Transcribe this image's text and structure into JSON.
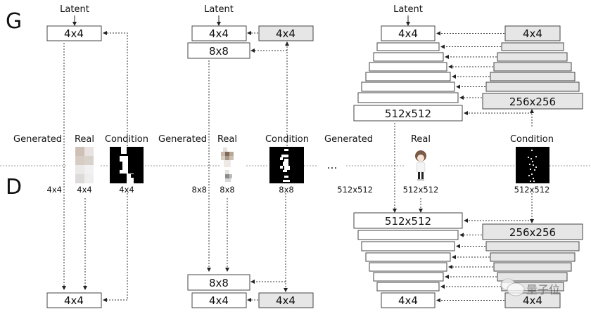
{
  "labels": {
    "generator": "G",
    "discriminator": "D",
    "latent": "Latent",
    "generated": "Generated",
    "real": "Real",
    "condition": "Condition",
    "ellipsis": "…",
    "watermark": "量子位"
  },
  "stages": [
    {
      "name": "stage-4x4",
      "resolution": "4x4",
      "generated_res": "4x4",
      "real_res": "4x4",
      "condition_res": "4x4",
      "g_top": "4x4",
      "d_bottom": "4x4"
    },
    {
      "name": "stage-8x8",
      "resolution": "8x8",
      "generated_res": "8x8",
      "real_res": "8x8",
      "condition_res": "8x8",
      "g_top": "4x4",
      "g_cond_top": "4x4",
      "g_out": "8x8",
      "d_in": "8x8",
      "d_bottom": "4x4",
      "d_cond_bottom": "4x4"
    },
    {
      "name": "stage-512x512",
      "resolution": "512x512",
      "generated_res": "512x512",
      "real_res": "512x512",
      "condition_res": "512x512",
      "g_top": "4x4",
      "g_cond_top": "4x4",
      "g_cond_bottom": "256x256",
      "g_out": "512x512",
      "d_in": "512x512",
      "d_cond_top": "256x256",
      "d_bottom": "4x4",
      "d_cond_bottom": "4x4"
    }
  ],
  "colors": {
    "condition_block": "#e6e6e6",
    "block_border": "#444444",
    "background": "#ffffff"
  }
}
